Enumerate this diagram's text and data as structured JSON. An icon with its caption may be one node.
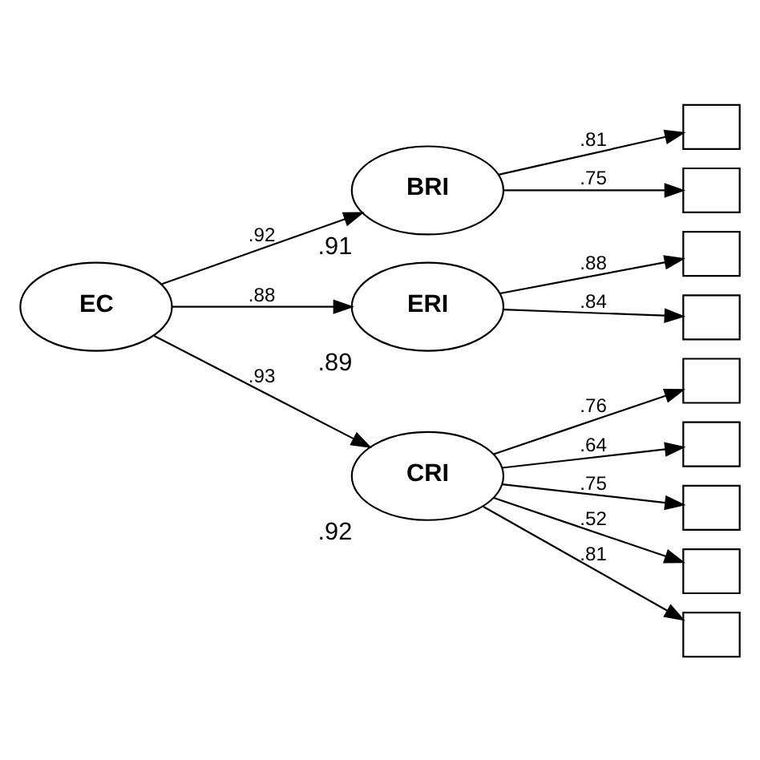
{
  "diagram": {
    "nodes": [
      {
        "text": [
          "EC"
        ]
      },
      {
        "text": [
          "BRI"
        ],
        "beside": [
          ".91"
        ]
      },
      {
        "text": [
          "ERI"
        ],
        "beside": [
          ".89"
        ]
      },
      {
        "text": [
          "CRI"
        ],
        "beside": [
          ".92"
        ]
      },
      {
        "text": [],
        "shape": "box"
      },
      {
        "text": [],
        "shape": "box"
      },
      {
        "text": [],
        "shape": "box"
      },
      {
        "text": [],
        "shape": "box"
      },
      {
        "text": [],
        "shape": "box"
      },
      {
        "text": [],
        "shape": "box"
      },
      {
        "text": [],
        "shape": "box"
      },
      {
        "text": [],
        "shape": "box"
      },
      {
        "text": [],
        "shape": "box"
      }
    ],
    "edges": [
      {
        "from": 0,
        "to": 1,
        "arrow": "to",
        "label": ".92"
      },
      {
        "from": 0,
        "to": 2,
        "arrow": "to",
        "label": ".88"
      },
      {
        "from": 0,
        "to": 3,
        "arrow": "to",
        "label": ".93"
      },
      {
        "from": 1,
        "to": 4,
        "arrow": "to",
        "label": ".81"
      },
      {
        "from": 1,
        "to": 5,
        "arrow": "to",
        "label": ".75"
      },
      {
        "from": 2,
        "to": 6,
        "arrow": "to",
        "label": ".88"
      },
      {
        "from": 2,
        "to": 7,
        "arrow": "to",
        "label": ".84"
      },
      {
        "from": 3,
        "to": 8,
        "arrow": "to",
        "label": ".76"
      },
      {
        "from": 3,
        "to": 9,
        "arrow": "to",
        "label": ".64"
      },
      {
        "from": 3,
        "to": 10,
        "arrow": "to",
        "label": ".75"
      },
      {
        "from": 3,
        "to": 11,
        "arrow": "to",
        "label": ".52"
      },
      {
        "from": 3,
        "to": 12,
        "arrow": "to",
        "label": ".81"
      }
    ]
  }
}
